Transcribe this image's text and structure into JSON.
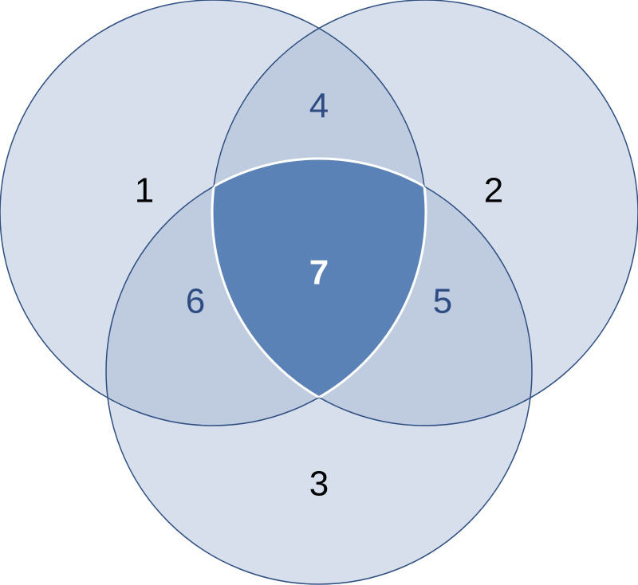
{
  "colors": {
    "single": "#d6dfeb",
    "pair": "#bfcce0",
    "triple": "#5b82b6",
    "outline": "#2f4f82",
    "inner_outline": "#ffffff",
    "dark_text": "#000000",
    "blue_text": "#2e4c82",
    "white_text": "#ffffff"
  },
  "regions": {
    "only_1": "1",
    "only_2": "2",
    "only_3": "3",
    "one_two": "4",
    "two_three": "5",
    "one_three": "6",
    "all_three": "7"
  }
}
